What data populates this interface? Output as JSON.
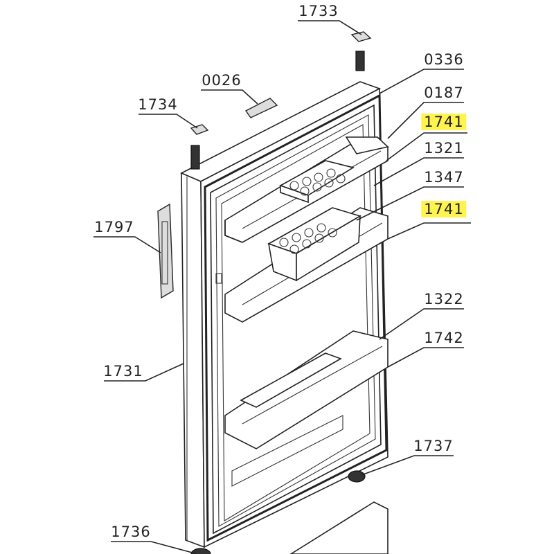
{
  "diagram": {
    "part_labels": [
      {
        "id": "1733",
        "highlighted": false
      },
      {
        "id": "0336",
        "highlighted": false
      },
      {
        "id": "0026",
        "highlighted": false
      },
      {
        "id": "0187",
        "highlighted": false
      },
      {
        "id": "1734",
        "highlighted": false
      },
      {
        "id": "1741",
        "highlighted": true
      },
      {
        "id": "1321",
        "highlighted": false
      },
      {
        "id": "1347",
        "highlighted": false
      },
      {
        "id": "1741",
        "highlighted": true
      },
      {
        "id": "1797",
        "highlighted": false
      },
      {
        "id": "1322",
        "highlighted": false
      },
      {
        "id": "1742",
        "highlighted": false
      },
      {
        "id": "1731",
        "highlighted": false
      },
      {
        "id": "1737",
        "highlighted": false
      },
      {
        "id": "1736",
        "highlighted": false
      }
    ],
    "highlight_color": "#fff44f"
  }
}
